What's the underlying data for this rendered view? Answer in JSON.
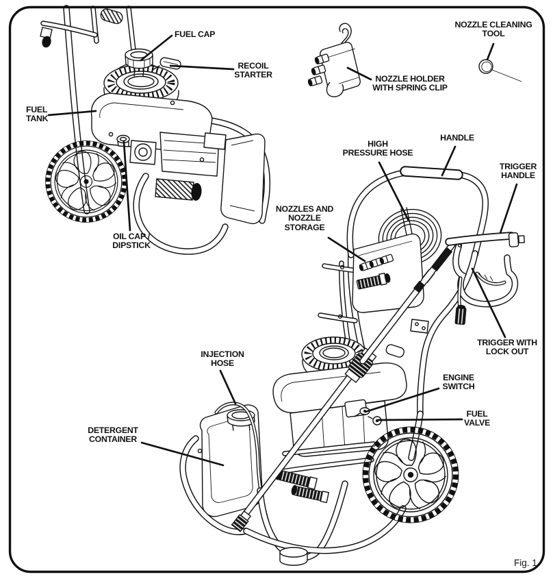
{
  "figure": {
    "caption": "Fig. 1"
  },
  "colors": {
    "ink": "#111111",
    "paper": "#ffffff"
  },
  "labels": [
    {
      "id": "fuel-cap",
      "l1": "FUEL CAP"
    },
    {
      "id": "recoil-starter",
      "l1": "RECOIL",
      "l2": "STARTER"
    },
    {
      "id": "fuel-tank",
      "l1": "FUEL",
      "l2": "TANK"
    },
    {
      "id": "oil-cap-dipstick",
      "l1": "OIL CAP /",
      "l2": "DIPSTICK"
    },
    {
      "id": "nozzle-holder",
      "l1": "NOZZLE HOLDER",
      "l2": "WITH SPRING CLIP"
    },
    {
      "id": "nozzle-cleaning-tool",
      "l1": "NOZZLE CLEANING",
      "l2": "TOOL"
    },
    {
      "id": "high-pressure-hose",
      "l1": "HIGH",
      "l2": "PRESSURE HOSE"
    },
    {
      "id": "handle",
      "l1": "HANDLE"
    },
    {
      "id": "trigger-handle",
      "l1": "TRIGGER",
      "l2": "HANDLE"
    },
    {
      "id": "nozzles-and-nozzle-storage",
      "l1": "NOZZLES AND",
      "l2": "NOZZLE",
      "l3": "STORAGE"
    },
    {
      "id": "trigger-with-lock-out",
      "l1": "TRIGGER WITH",
      "l2": "LOCK OUT"
    },
    {
      "id": "injection-hose",
      "l1": "INJECTION",
      "l2": "HOSE"
    },
    {
      "id": "engine-switch",
      "l1": "ENGINE",
      "l2": "SWITCH"
    },
    {
      "id": "fuel-valve",
      "l1": "FUEL",
      "l2": "VALVE"
    },
    {
      "id": "detergent-container",
      "l1": "DETERGENT",
      "l2": "CONTAINER"
    }
  ]
}
